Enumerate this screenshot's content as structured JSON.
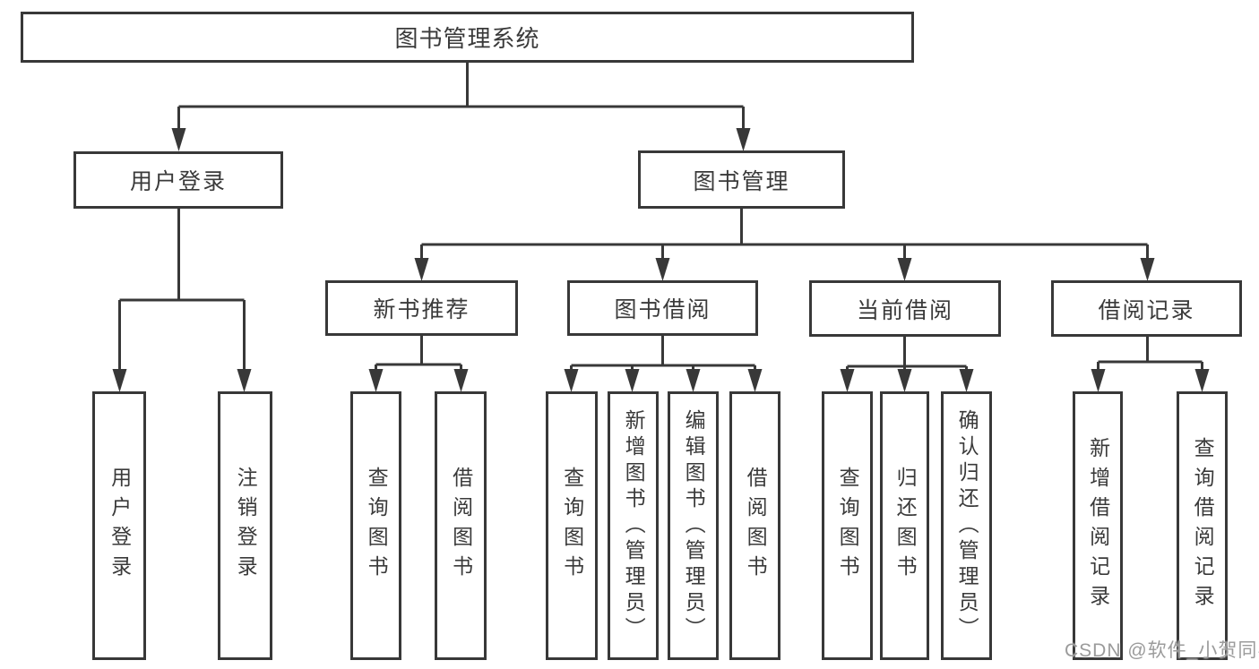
{
  "tree": {
    "root": {
      "label": "图书管理系统"
    },
    "branches": [
      {
        "label": "用户登录",
        "children": [
          {
            "label": "用户登录"
          },
          {
            "label": "注销登录"
          }
        ]
      },
      {
        "label": "图书管理",
        "children": [
          {
            "label": "新书推荐",
            "children": [
              {
                "label": "查询图书"
              },
              {
                "label": "借阅图书"
              }
            ]
          },
          {
            "label": "图书借阅",
            "children": [
              {
                "label": "查询图书"
              },
              {
                "label": "新增图书（管理员）"
              },
              {
                "label": "编辑图书（管理员）"
              },
              {
                "label": "借阅图书"
              }
            ]
          },
          {
            "label": "当前借阅",
            "children": [
              {
                "label": "查询图书"
              },
              {
                "label": "归还图书"
              },
              {
                "label": "确认归还（管理员）"
              }
            ]
          },
          {
            "label": "借阅记录",
            "children": [
              {
                "label": "新增借阅记录"
              },
              {
                "label": "查询借阅记录"
              }
            ]
          }
        ]
      }
    ]
  },
  "watermark": {
    "text": "CSDN @软件_小贺同学"
  },
  "colors": {
    "line": "#383838",
    "text": "#3a3a3a",
    "watermark": "#9b9b9b",
    "background": "#ffffff"
  }
}
